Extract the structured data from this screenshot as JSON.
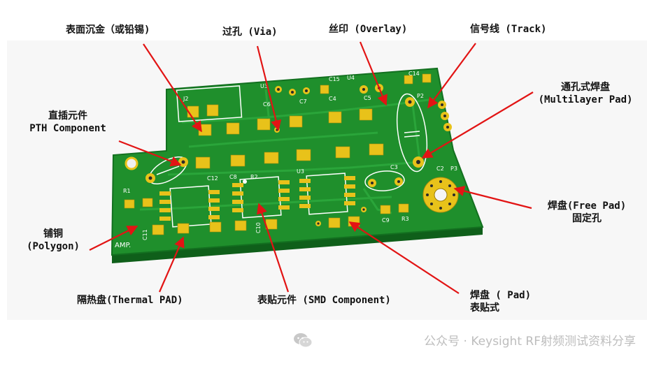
{
  "colors": {
    "board": "#1f8f2c",
    "board_dark": "#137020",
    "trace": "#2aa53a",
    "pad": "#e8c21a",
    "hole": "#2a2a2a",
    "silk": "#ffffff",
    "arrow": "#e21414"
  },
  "callouts": {
    "surface_finish": "表面沉金（或铅锡)",
    "via": "过孔 (Via)",
    "overlay": "丝印 (Overlay)",
    "track": "信号线 (Track)",
    "multilayer_pad_cn": "通孔式焊盘",
    "multilayer_pad_en": "(Multilayer Pad)",
    "pth_cn": "直插元件",
    "pth_en": "PTH Component",
    "polygon_cn": "铺铜",
    "polygon_en": "(Polygon)",
    "free_pad_line1": "焊盘(Free Pad)",
    "free_pad_line2": "固定孔",
    "thermal_pad": "隔热盘(Thermal PAD)",
    "smd_component": "表贴元件 (SMD Component)",
    "smd_pad_line1": "焊盘 ( Pad)",
    "smd_pad_line2": "表贴式"
  },
  "silkscreen": {
    "j2": "J2",
    "u3_top": "U3",
    "c6": "C6",
    "c7": "C7",
    "c4": "C4",
    "c15": "C15",
    "u4": "U4",
    "c5": "C5",
    "c14": "C14",
    "p2": "P2",
    "c12": "C12",
    "c8": "C8",
    "r2": "R2",
    "u3": "U3",
    "c3": "C3",
    "c2": "C2",
    "p3": "P3",
    "r1": "R1",
    "c11": "C11",
    "c10": "C10",
    "c9": "C9",
    "r3": "R3",
    "amp": "AMP."
  },
  "watermark": {
    "text": "公众号 · Keysight RF射频测试资料分享",
    "icon": "wechat-icon"
  }
}
